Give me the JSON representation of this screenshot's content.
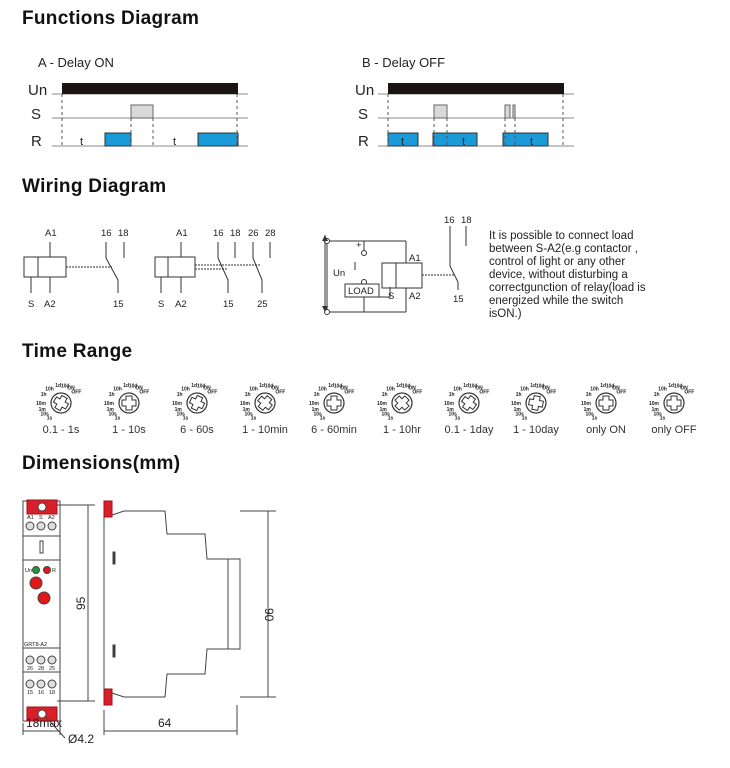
{
  "sections": {
    "functions": "Functions Diagram",
    "wiring": "Wiring Diagram",
    "time_range": "Time Range",
    "dimensions": "Dimensions(mm)"
  },
  "functions": {
    "a_title": "A - Delay ON",
    "b_title": "B - Delay OFF",
    "rows": [
      "Un",
      "S",
      "R"
    ],
    "t": "t"
  },
  "wiring": {
    "terminals": {
      "a1": "A1",
      "a2": "A2",
      "s": "S",
      "t15": "15",
      "t16": "16",
      "t18": "18",
      "t25": "25",
      "t26": "26",
      "t28": "28"
    },
    "un": "Un",
    "plus": "+",
    "load": "LOAD",
    "note": "It is possible to connect load between S-A2(e.g contactor , control of light or any other device, without disturbing a correctgunction of relay(load is energized while the switch isON.)"
  },
  "time_range": {
    "scale": [
      "1s",
      "10s",
      "1m",
      "10m",
      "1h",
      "10h",
      "1d",
      "10d",
      "ON",
      "OFF"
    ],
    "dials": [
      "0.1 - 1s",
      "1 - 10s",
      "6 - 60s",
      "1 - 10min",
      "6 - 60min",
      "1 - 10hr",
      "0.1 - 1day",
      "1 - 10day",
      "only ON",
      "only OFF"
    ]
  },
  "dimensions": {
    "height_front": "95",
    "height_side": "90",
    "depth": "64",
    "width": "18max",
    "hole": "Ø4.2",
    "front_labels": {
      "a1": "A1",
      "s": "S",
      "a2": "A2",
      "un": "Un",
      "r": "R",
      "model": "GRT8-A2",
      "b1": "26",
      "b2": "28",
      "b3": "25",
      "c1": "15",
      "c2": "16",
      "c3": "18"
    }
  },
  "colors": {
    "relay_on": "#1a9ad6",
    "signal": "#d9d9d9",
    "supply": "#1a1414",
    "clip": "#d8202a",
    "led_green": "#1d9a3a",
    "led_red": "#e01818"
  }
}
